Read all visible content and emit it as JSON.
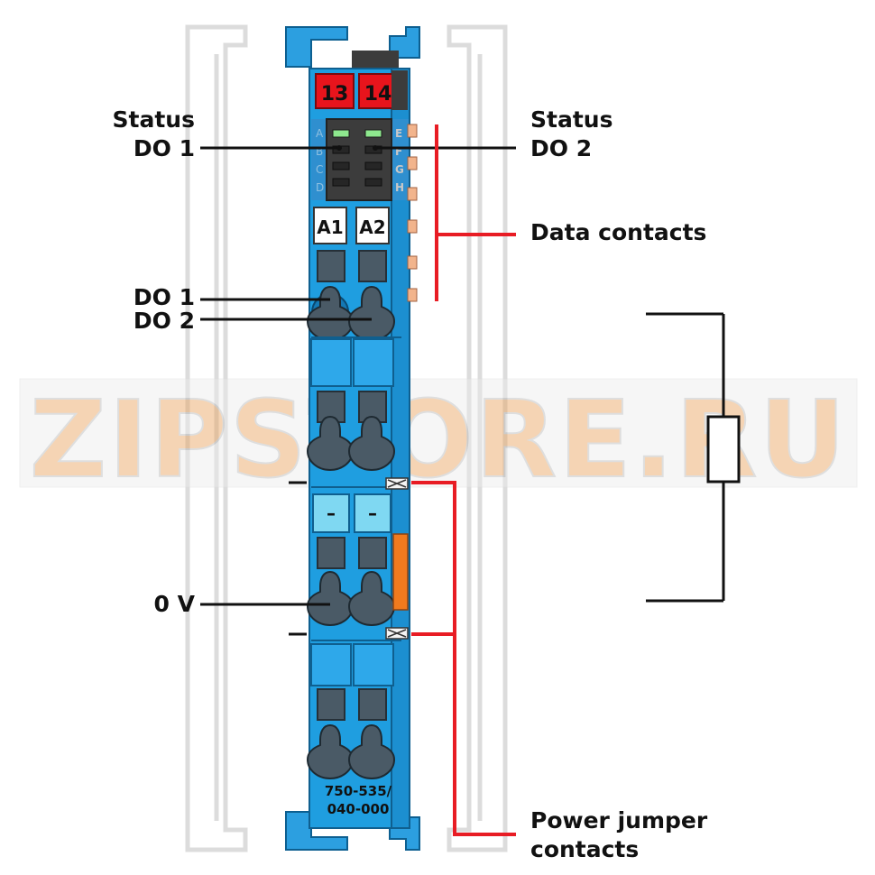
{
  "terminals": {
    "top_left": "13",
    "top_right": "14",
    "mid_left": "A1",
    "mid_right": "A2",
    "low_left": "–",
    "low_right": "–"
  },
  "led_letters_left": [
    "A",
    "B",
    "C",
    "D"
  ],
  "led_letters_right": [
    "E",
    "F",
    "G",
    "H"
  ],
  "labels": {
    "status_do1": [
      "Status",
      "DO 1"
    ],
    "status_do2": [
      "Status",
      "DO 2"
    ],
    "data_contacts": "Data contacts",
    "do1": "DO 1",
    "do2": "DO 2",
    "zero_v": "0 V",
    "power_jumper": [
      "Power jumper",
      "contacts"
    ]
  },
  "part_number": [
    "750-535/",
    "040-000"
  ],
  "watermark": "ZIPSTORE.RU",
  "colors": {
    "module_blue": "#1f9ee0",
    "module_dark": "#1478b4",
    "terminal_red": "#e8141c",
    "slot_gray": "#4a5a66",
    "led_panel": "#3c3c3c",
    "led_green": "#8ee88e",
    "contact_orange": "#f2b48c",
    "jumper_orange": "#f07a1e",
    "accent_red": "#e81c24",
    "light_blue": "#7fd8f2",
    "rail_gray": "#d8d8d8"
  }
}
